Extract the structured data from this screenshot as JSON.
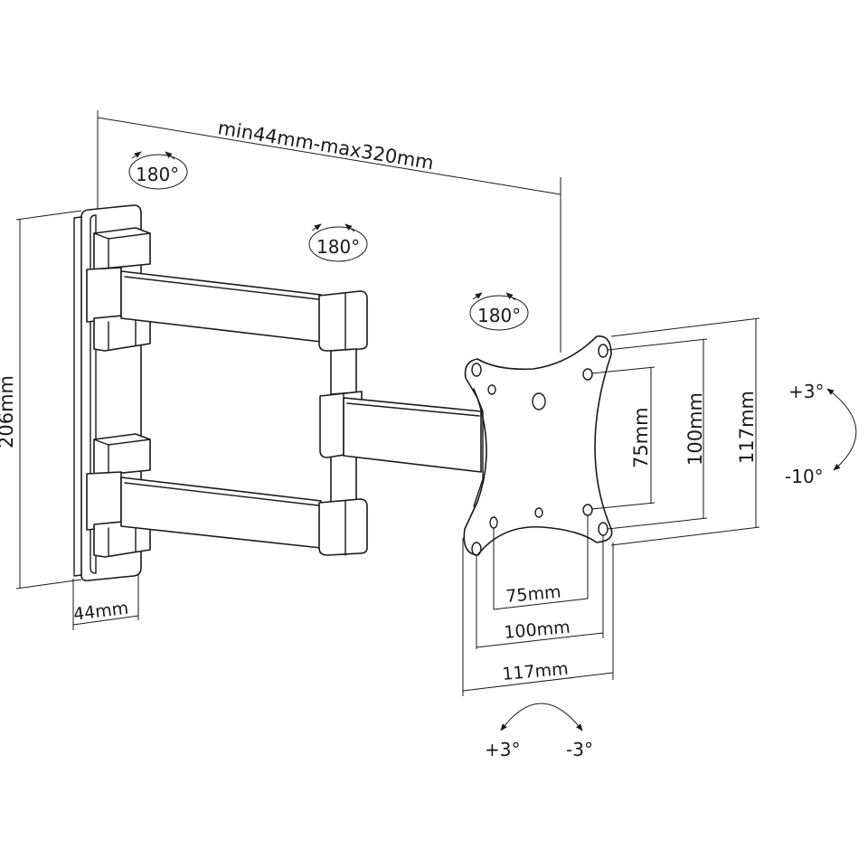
{
  "diagram": {
    "subject": "Full-motion TV wall mount bracket, technical dimension drawing",
    "dimensions": {
      "arm_extension": "min44mm-max320mm",
      "wall_plate_height": "206mm",
      "wall_plate_depth": "44mm",
      "vesa_vertical": [
        "75mm",
        "100mm",
        "117mm"
      ],
      "vesa_horizontal": [
        "75mm",
        "100mm",
        "117mm"
      ]
    },
    "rotation": {
      "joint_wall": "180°",
      "joint_middle": "180°",
      "joint_head": "180°"
    },
    "tilt": {
      "up": "+3°",
      "down": "-10°"
    },
    "swivel": {
      "left": "+3°",
      "right": "-3°"
    }
  }
}
